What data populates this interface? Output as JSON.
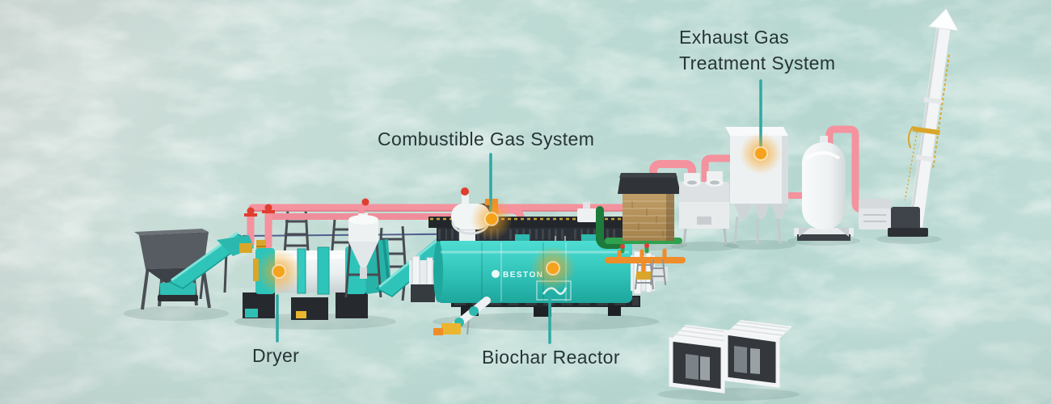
{
  "annotations": {
    "exhaust_gas": {
      "line1": "Exhaust Gas",
      "line2": "Treatment System"
    },
    "combustible_gas": {
      "label": "Combustible Gas System"
    },
    "dryer": {
      "label": "Dryer"
    },
    "biochar_reactor": {
      "label": "Biochar Reactor"
    }
  },
  "equipment": {
    "reactor_brand": "BESTON"
  },
  "colors": {
    "background_teal": "#bad9d2",
    "label_text": "#263434",
    "leader_line": "#2fa9a6",
    "glow_orange": "#f7a41f",
    "machine_teal": "#38cfc4",
    "pipe_pink": "#f4929e",
    "valve_red": "#e03d2e",
    "pipe_green": "#2fa14f",
    "pipe_orange": "#f08c28",
    "frame_dark": "#3c4147",
    "brick_tan": "#b6945e",
    "metal_white": "#f2f4f5"
  }
}
